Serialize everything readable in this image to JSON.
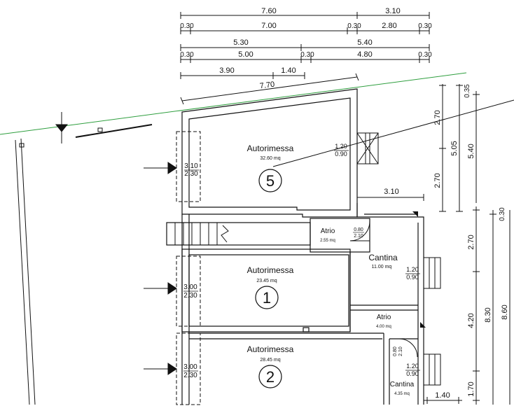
{
  "top_dimensions": {
    "row1": [
      "7.60",
      "3.10"
    ],
    "row2": [
      "0.30",
      "7.00",
      "0.30",
      "2.80",
      "0.30"
    ],
    "row3": [
      "5.30",
      "5.40"
    ],
    "row4": [
      "0.30",
      "5.00",
      "0.30",
      "4.80",
      "0.30"
    ],
    "row5": [
      "3.90",
      "1.40"
    ],
    "diag": "7.70"
  },
  "right_dimensions": {
    "col1": [
      "2.70",
      "2.70"
    ],
    "col1_top": "0.35",
    "col2": "5.05",
    "col3": "5.40",
    "col4": [
      "2.70",
      "4.20",
      "1.70"
    ],
    "col4_top": "0.30",
    "col5": "8.30",
    "col6": "8.60",
    "mid": "3.10",
    "bottom": "1.40"
  },
  "rooms": [
    {
      "name": "Autorimessa",
      "area": "32.60 mq",
      "number": "5"
    },
    {
      "name": "Autorimessa",
      "area": "23.45 mq",
      "number": "1"
    },
    {
      "name": "Autorimessa",
      "area": "28.45 mq",
      "number": "2"
    },
    {
      "name": "Atrio",
      "area": "2.55 mq"
    },
    {
      "name": "Cantina",
      "area": "11.00 mq"
    },
    {
      "name": "Atrio",
      "area": "4.00 mq"
    },
    {
      "name": "Cantina",
      "area": "4.35 mq"
    }
  ],
  "openings": {
    "garage5": [
      "3.10",
      "2.30"
    ],
    "garage1": [
      "3.00",
      "2.30"
    ],
    "garage2": [
      "3.00",
      "2.30"
    ],
    "window5": [
      "1.20",
      "0.90"
    ],
    "window_cantina": [
      "1.20",
      "0.90"
    ],
    "window_cantina2": [
      "1.20",
      "0.90"
    ],
    "door_atrio": [
      "0.80",
      "2.10"
    ],
    "door_atrio2": [
      "0.80",
      "2.10"
    ]
  },
  "colors": {
    "ink": "#111111",
    "ground_line": "#2e9e3e"
  }
}
